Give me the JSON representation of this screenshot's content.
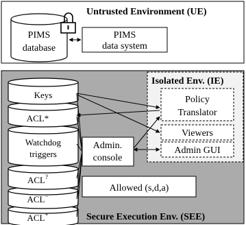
{
  "regions": {
    "untrusted": "Untrusted Environment (UE)",
    "isolated": "Isolated Env. (IE)",
    "secure": "Secure Execution Env. (SEE)"
  },
  "ue": {
    "database": [
      "PIMS",
      "database"
    ],
    "system": [
      "PIMS",
      "data system"
    ]
  },
  "ie": {
    "policy_translator": [
      "Policy",
      "Translator"
    ],
    "viewers": "Viewers",
    "admin_gui": "Admin GUI"
  },
  "see": {
    "stack": [
      {
        "label": [
          "Keys"
        ]
      },
      {
        "label": [
          "ACL",
          "*"
        ]
      },
      {
        "label": [
          "Watchdog",
          "triggers"
        ]
      },
      {
        "label": [
          "ACL",
          "?"
        ]
      },
      {
        "label": [
          "ACL",
          "−"
        ]
      },
      {
        "label": [
          "ACL",
          "+"
        ]
      }
    ],
    "console": [
      "Admin.",
      "console"
    ],
    "allowed": "Allowed (s,d,a)"
  },
  "icons": [
    "lock-icon"
  ],
  "colors": {
    "see_fill": "#ababab",
    "ie_fill": "#f2f2f2",
    "stroke": "#000000"
  }
}
